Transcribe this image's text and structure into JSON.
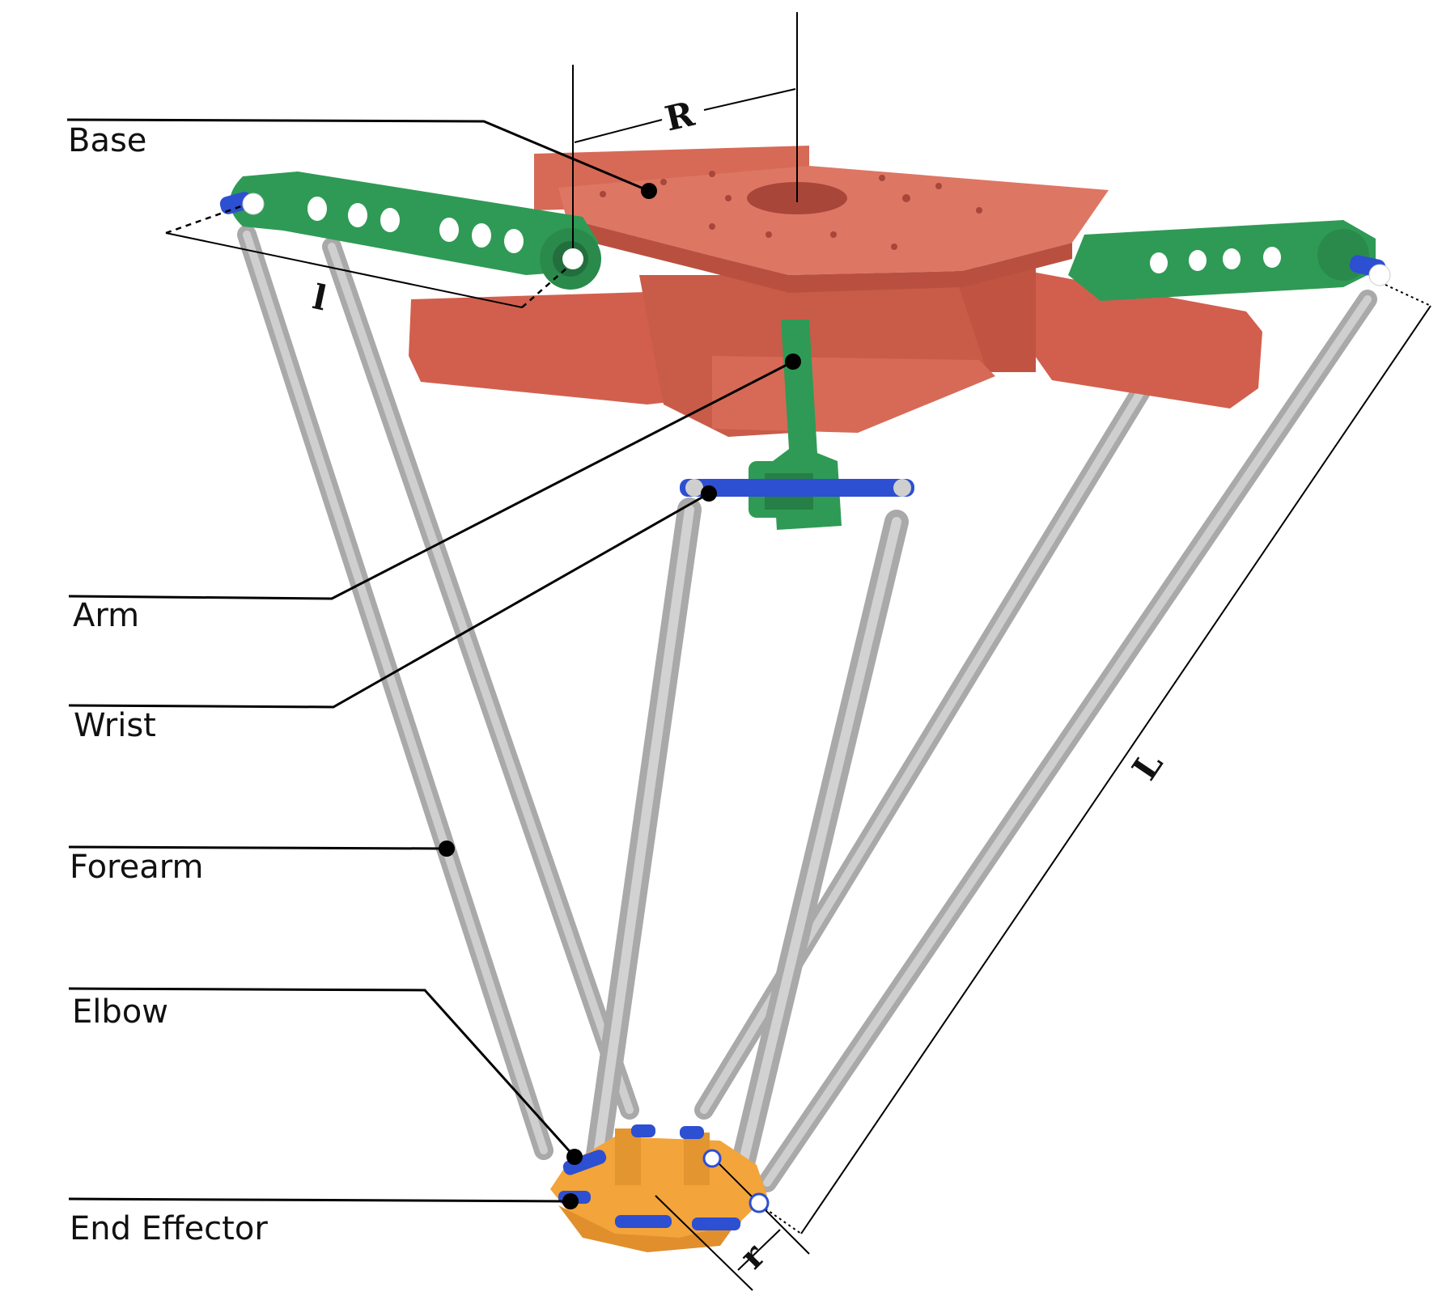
{
  "colors": {
    "base": "#d96b59",
    "base_dark": "#b8503f",
    "base_light": "#e4806e",
    "arm": "#2f9a55",
    "arm_dark": "#1f7a40",
    "forearm": "#bdbdbd",
    "forearm_dark": "#9a9a9a",
    "joint": "#2d4fd1",
    "end_effector": "#f3a43a",
    "end_effector_dark": "#d9862a"
  },
  "callouts": {
    "base": "Base",
    "arm": "Arm",
    "wrist": "Wrist",
    "forearm": "Forearm",
    "elbow": "Elbow",
    "end_effector": "End Effector"
  },
  "dimensions": {
    "base_radius": "R",
    "arm_length": "l",
    "forearm_length": "L",
    "effector_radius": "r"
  }
}
